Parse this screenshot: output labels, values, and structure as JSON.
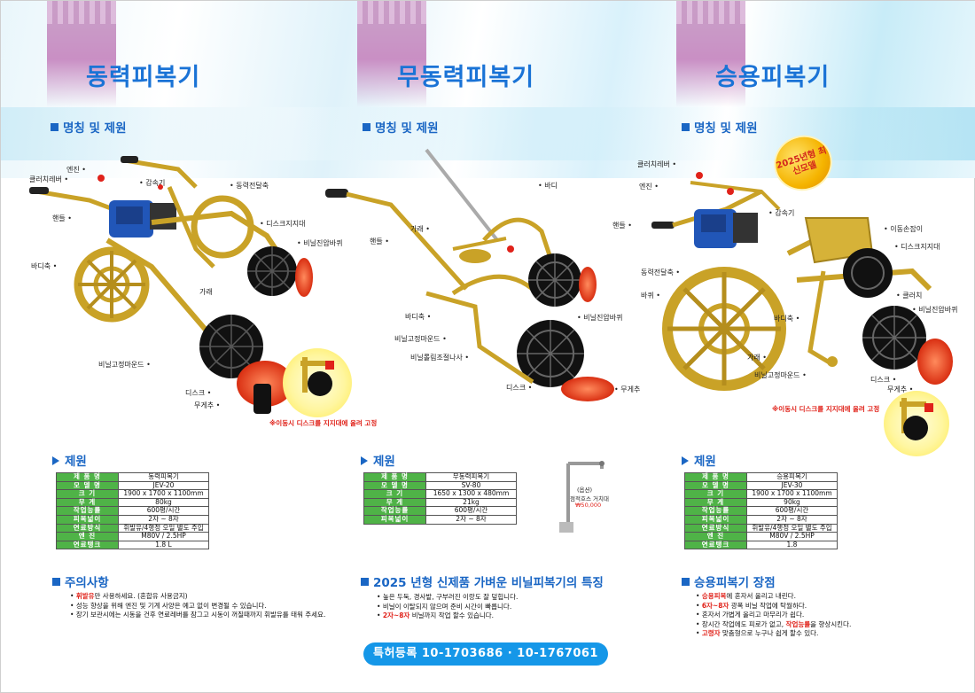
{
  "columns": [
    {
      "title": "동력피복기",
      "spec_heading": "명칭 및 제원",
      "callouts": {
        "engine": "엔진",
        "clutch_lever": "클러치레버",
        "reducer": "감속기",
        "power_shaft": "동력전달축",
        "handle": "핸들",
        "disc_support": "디스크지지대",
        "vinyl_press_wheel": "비닐진압바퀴",
        "body_shaft": "바디축",
        "frame": "가래",
        "vinyl_fix_round": "비닐고정마운드",
        "disc": "디스크",
        "weight": "무게추"
      },
      "move_note": "※이동시 디스크를 지지대에 올려 고정",
      "table_heading": "제원",
      "table": [
        [
          "제 품 명",
          "동력피복기"
        ],
        [
          "모 델 명",
          "JEV-20"
        ],
        [
          "크 기",
          "1900 x 1700 x 1100mm"
        ],
        [
          "무 게",
          "80kg"
        ],
        [
          "작업능률",
          "600평/시간"
        ],
        [
          "피복넓이",
          "2자 ~ 8자"
        ],
        [
          "연료방식",
          "휘발유/4행정 오일 별도 주입"
        ],
        [
          "엔 진",
          "M80V / 2.5HP"
        ],
        [
          "연료탱크",
          "1.8 L"
        ]
      ],
      "notes_heading": "주의사항",
      "notes": [
        {
          "hl": "휘발유",
          "rest": "만 사용하세요. (혼합유 사용금지)"
        },
        {
          "hl": "",
          "rest": "성능 향상을 위해 엔진 및 기계 사양은 예고 없이 변경될 수 있습니다."
        },
        {
          "hl": "",
          "rest": "장기 보관시에는 시동을 건후 연료레버를 잠그고 시동이 꺼질때까지 휘발유를 태워 주세요."
        }
      ]
    },
    {
      "title": "무동력피복기",
      "spec_heading": "명칭 및 제원",
      "callouts": {
        "body": "바디",
        "frame": "가래",
        "handle": "핸들",
        "body_shaft": "바디축",
        "vinyl_press_wheel": "비닐진압바퀴",
        "vinyl_fix_round": "비닐고정마운드",
        "vinyl_roll_bolt": "비닐롤림조절나사",
        "disc": "디스크",
        "weight": "무게추"
      },
      "table_heading": "제원",
      "table": [
        [
          "제 품 명",
          "무동력피복기"
        ],
        [
          "모 델 명",
          "SV-80"
        ],
        [
          "크 기",
          "1650 x 1300 x 480mm"
        ],
        [
          "무 게",
          "21kg"
        ],
        [
          "작업능률",
          "600평/시간"
        ],
        [
          "피복넓이",
          "2자 ~ 8자"
        ]
      ],
      "option_label": "(옵션)",
      "option_name": "점적호스 거치대",
      "option_price": "₩50,000",
      "features_heading": "2025 년형 신제품 가벼운 비닐피복기의 특징",
      "features": [
        {
          "hl": "",
          "rest": "높은 두둑, 경사밭, 구부러진 이랑도 잘 덮힙니다."
        },
        {
          "hl": "",
          "rest": "비닐이 이탈되지 않으며 준비 시간이 빠릅니다."
        },
        {
          "hl": "2자~8자",
          "rest": " 비닐까지 작업 할수 있습니다."
        }
      ],
      "patent": "특허등록  10-1703686 · 10-1767061"
    },
    {
      "title": "승용피복기",
      "spec_heading": "명칭 및 제원",
      "badge": "2025년형 최신모델",
      "callouts": {
        "clutch_lever": "클러치레버",
        "engine": "엔진",
        "reducer": "감속기",
        "handle": "핸들",
        "move_handle": "이동손잡이",
        "disc_support": "디스크지지대",
        "power_shaft": "동력전달축",
        "wheel": "바퀴",
        "clutch": "클러치",
        "vinyl_press_wheel": "비닐진압바퀴",
        "body_shaft": "바디축",
        "frame": "가래",
        "vinyl_fix_round": "비닐고정마운드",
        "disc": "디스크",
        "weight": "무게추"
      },
      "move_note": "※이동시 디스크를 지지대에 올려 고정",
      "table_heading": "제원",
      "table": [
        [
          "제 품 명",
          "승용피복기"
        ],
        [
          "모 델 명",
          "JEV-30"
        ],
        [
          "크 기",
          "1900 x 1700 x 1100mm"
        ],
        [
          "무 게",
          "90kg"
        ],
        [
          "작업능률",
          "600평/시간"
        ],
        [
          "피복넓이",
          "2자 ~ 8자"
        ],
        [
          "연료방식",
          "휘발유/4행정 오일 별도 주입"
        ],
        [
          "엔 진",
          "M80V / 2.5HP"
        ],
        [
          "연료탱크",
          "1.8"
        ]
      ],
      "merits_heading": "승용피복기 장점",
      "merits": [
        {
          "hl": "승용피복",
          "rest": "에 혼자서 올리고 내린다."
        },
        {
          "hl": "6자~8자",
          "rest": " 광폭 비닐 작업에 탁월하다."
        },
        {
          "hl": "",
          "rest": "혼자서 가볍게 올리고 마무리가 쉽다."
        },
        {
          "hl": "",
          "rest": "장시간 작업에도 피로가 없고, ",
          "hl2": "작업능률",
          "rest2": "을 향상시킨다."
        },
        {
          "hl": "고령자",
          "rest": " 맞춤형으로 누구나 쉽게 할수 있다."
        }
      ]
    }
  ],
  "colors": {
    "title_blue": "#1a73d6",
    "heading_blue": "#1a66c4",
    "table_green": "#4fb347",
    "accent_red": "#e0221a",
    "frame_gold": "#c9a227",
    "disc_red": "#e0381c",
    "patent_blue": "#1597e8"
  }
}
